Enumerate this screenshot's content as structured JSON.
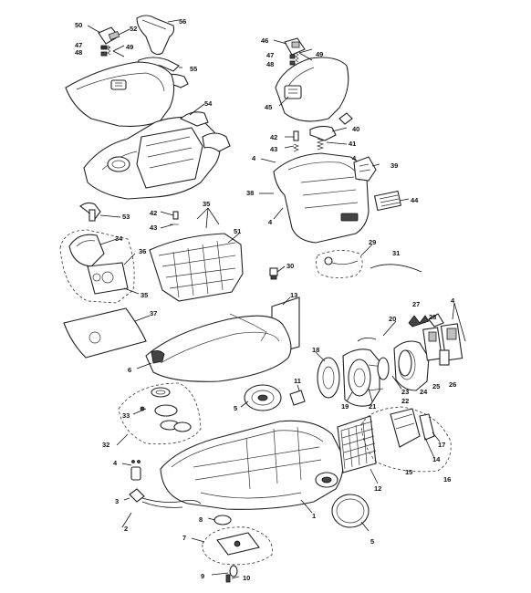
{
  "callouts": {
    "c1": "1",
    "c2": "2",
    "c3": "3",
    "c4": "4",
    "c5": "5",
    "c6": "6",
    "c7": "7",
    "c8": "8",
    "c9": "9",
    "c10": "10",
    "c11": "11",
    "c12": "12",
    "c13": "13",
    "c14": "14",
    "c15": "15",
    "c16": "16",
    "c17": "17",
    "c18": "18",
    "c19": "19",
    "c20": "20",
    "c21": "21",
    "c22": "22",
    "c23": "23",
    "c24": "24",
    "c25": "25",
    "c26": "26",
    "c27": "27",
    "c28": "28",
    "c29": "29",
    "c30": "30",
    "c31": "31",
    "c32": "32",
    "c33": "33",
    "c34": "34",
    "c35": "35",
    "c36": "36",
    "c37": "37",
    "c38": "38",
    "c39": "39",
    "c40": "40",
    "c41": "41",
    "c42": "42",
    "c43": "43",
    "c44": "44",
    "c45": "45",
    "c46": "46",
    "c47": "47",
    "c48": "48",
    "c49": "49",
    "c50": "50",
    "c51": "51",
    "c52": "52",
    "c53": "53",
    "c54": "54",
    "c55": "55",
    "c56": "56"
  },
  "colors": {
    "line": "#222222",
    "shade": "#bfbfbf",
    "background": "#ffffff"
  }
}
